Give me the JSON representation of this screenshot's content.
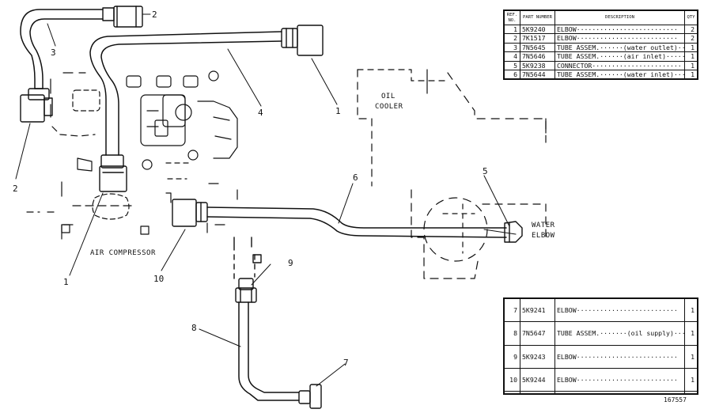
{
  "labels": {
    "oil_cooler_line1": "OIL",
    "oil_cooler_line2": "COOLER",
    "water_elbow_line1": "WATER",
    "water_elbow_line2": "ELBOW",
    "air_compressor": "AIR COMPRESSOR"
  },
  "callouts": {
    "c1a": "1",
    "c1b": "1",
    "c2a": "2",
    "c2b": "2",
    "c3": "3",
    "c4": "4",
    "c5": "5",
    "c6": "6",
    "c7": "7",
    "c8": "8",
    "c9": "9",
    "c10": "10"
  },
  "parts_table": {
    "headers": {
      "ref": "REF. NO.",
      "part": "PART NUMBER",
      "description": "DESCRIPTION",
      "qty": "QTY"
    },
    "rows_top": [
      {
        "ref": "1",
        "part": "5K9240",
        "desc": "ELBOW··························",
        "qty": "2"
      },
      {
        "ref": "2",
        "part": "7K1517",
        "desc": "ELBOW··························",
        "qty": "2"
      },
      {
        "ref": "3",
        "part": "7N5645",
        "desc": "TUBE ASSEM.······(water outlet)···",
        "qty": "1"
      },
      {
        "ref": "4",
        "part": "7N5646",
        "desc": "TUBE ASSEM.······(air inlet)······",
        "qty": "1"
      },
      {
        "ref": "5",
        "part": "5K9238",
        "desc": "CONNECTOR·······················",
        "qty": "1"
      },
      {
        "ref": "6",
        "part": "7N5644",
        "desc": "TUBE ASSEM.······(water inlet)····",
        "qty": "1"
      }
    ],
    "rows_bottom": [
      {
        "ref": "7",
        "part": "5K9241",
        "desc": "ELBOW··························",
        "qty": "1"
      },
      {
        "ref": "8",
        "part": "7N5647",
        "desc": "TUBE ASSEM.·······(oil supply)····",
        "qty": "1"
      },
      {
        "ref": "9",
        "part": "5K9243",
        "desc": "ELBOW··························",
        "qty": "1"
      },
      {
        "ref": "10",
        "part": "5K9244",
        "desc": "ELBOW··························",
        "qty": "1"
      }
    ]
  },
  "figure_number": "167557"
}
